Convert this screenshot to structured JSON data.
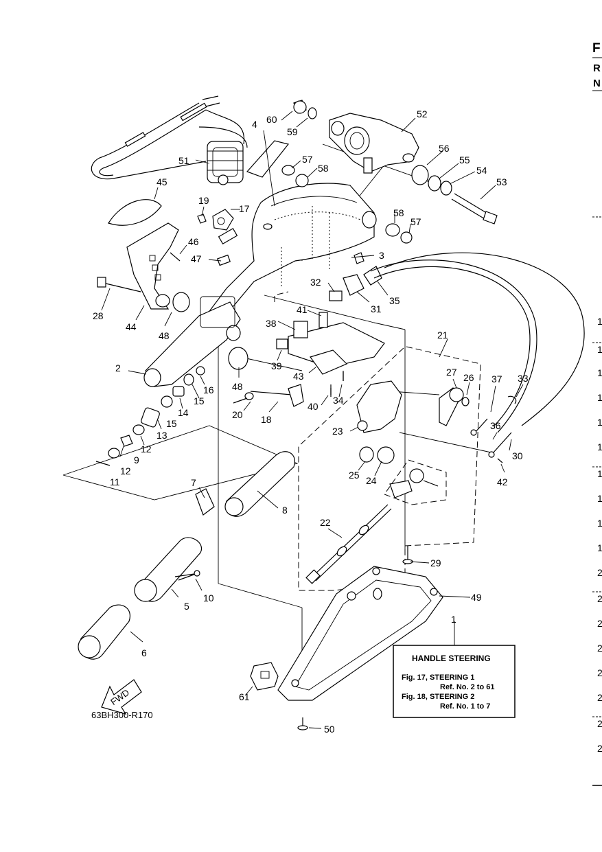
{
  "diagram": {
    "part_numbers": [
      "1",
      "2",
      "3",
      "4",
      "5",
      "6",
      "7",
      "8",
      "9",
      "10",
      "11",
      "12",
      "12",
      "13",
      "14",
      "15",
      "15",
      "16",
      "17",
      "18",
      "19",
      "20",
      "21",
      "22",
      "23",
      "24",
      "25",
      "26",
      "27",
      "28",
      "29",
      "30",
      "31",
      "32",
      "33",
      "34",
      "35",
      "36",
      "37",
      "38",
      "39",
      "40",
      "41",
      "42",
      "43",
      "44",
      "45",
      "46",
      "47",
      "48",
      "48",
      "49",
      "50",
      "51",
      "52",
      "53",
      "54",
      "55",
      "56",
      "57",
      "57",
      "58",
      "58",
      "59",
      "60",
      "61"
    ],
    "info_box": {
      "title": "HANDLE STEERING",
      "line1": "Fig. 17, STEERING 1",
      "line2": "Ref. No. 2 to 61",
      "line3": "Fig. 18, STEERING 2",
      "line4": "Ref. No. 1 to 7"
    },
    "fwd_label": "FWD",
    "drawing_code": "63BH300-R170"
  },
  "right_edge": {
    "header": [
      "F",
      "R",
      "N"
    ],
    "numbers": [
      "1",
      "1",
      "1",
      "1",
      "1",
      "1",
      "1",
      "1",
      "1",
      "1",
      "2",
      "2",
      "2",
      "2",
      "2",
      "2",
      "2",
      "2"
    ]
  }
}
